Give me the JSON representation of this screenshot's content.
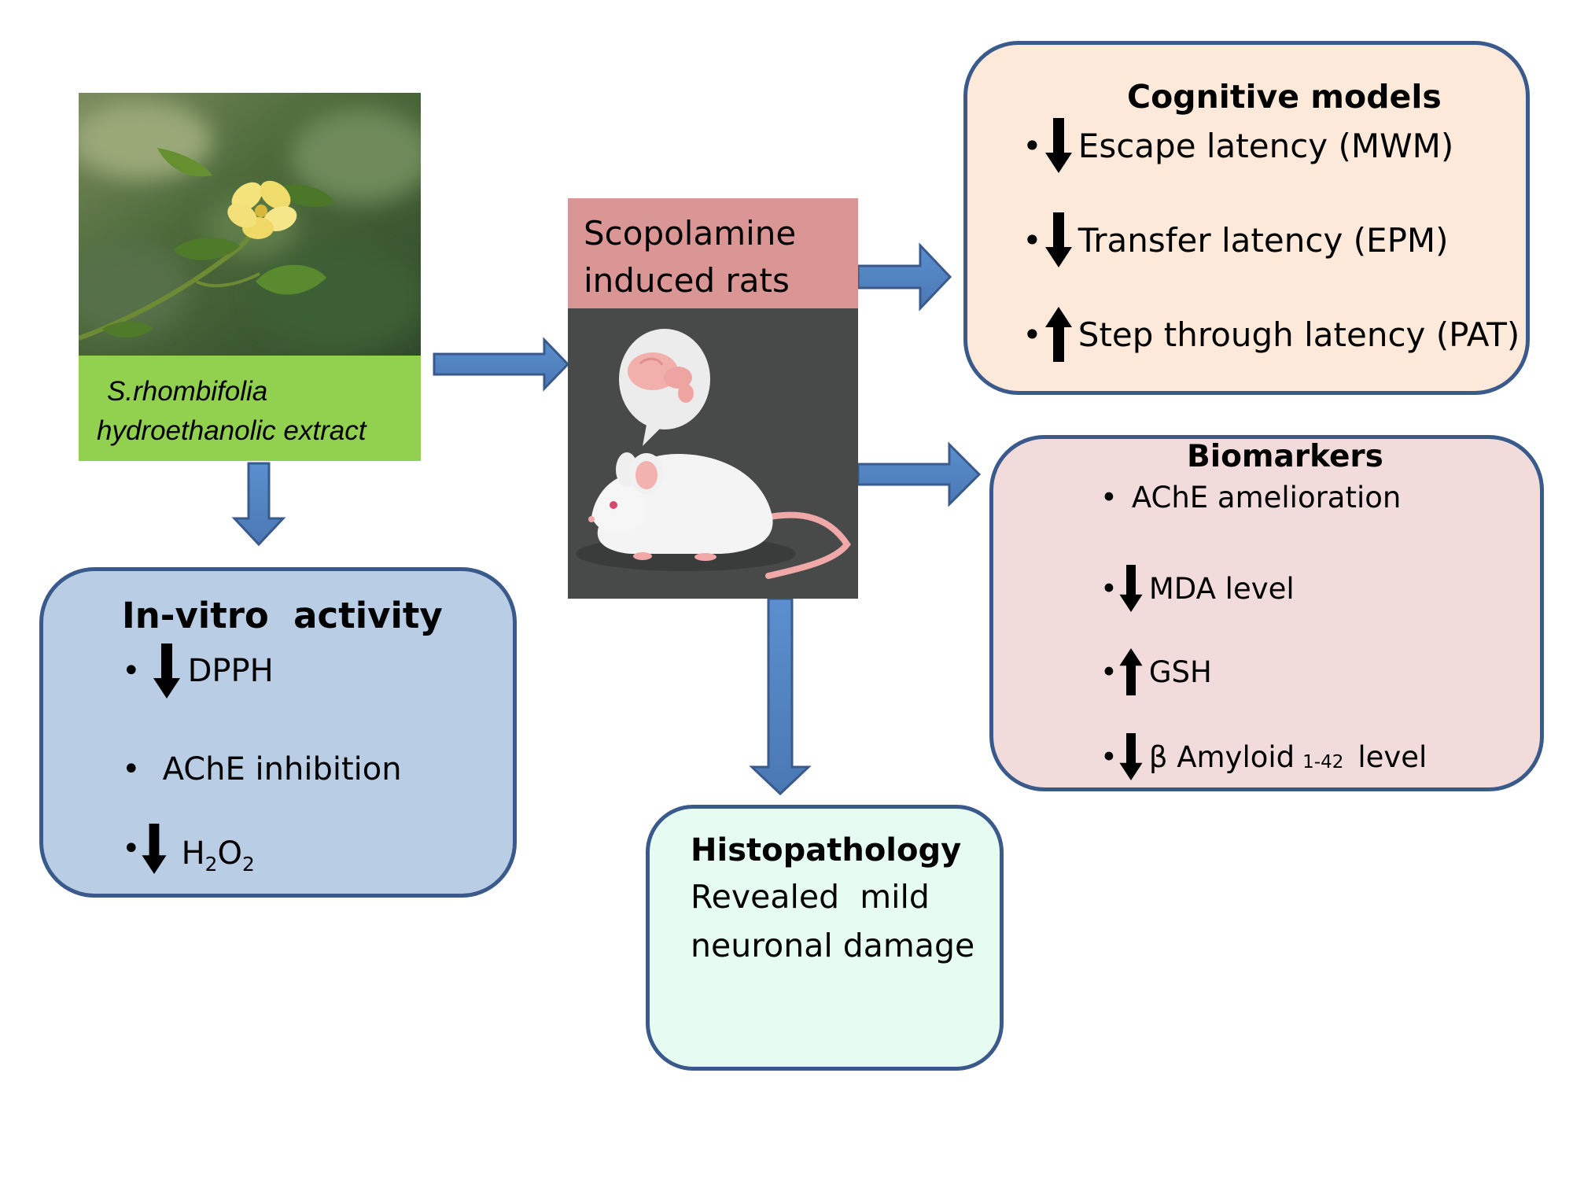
{
  "plant": {
    "caption_line1": "S.rhombifolia",
    "caption_line2": "hydroethanolic extract"
  },
  "rat": {
    "label_line1": "Scopolamine",
    "label_line2": "induced rats"
  },
  "cognitive": {
    "title": "Cognitive models",
    "items": [
      {
        "arrow": "down-arrow-icon",
        "text": "Escape latency (MWM)"
      },
      {
        "arrow": "down-arrow-icon",
        "text": "Transfer latency (EPM)"
      },
      {
        "arrow": "up-arrow-icon",
        "text": "Step through latency (PAT)"
      }
    ]
  },
  "biomarkers": {
    "title": "Biomarkers",
    "items": [
      {
        "arrow": "",
        "text": "AChE amelioration"
      },
      {
        "arrow": "down-arrow-icon",
        "text": "MDA level"
      },
      {
        "arrow": "up-arrow-icon",
        "text": "GSH"
      },
      {
        "arrow": "down-arrow-icon",
        "text": "β Amyloid",
        "sub": "1-42",
        "suffix": "level"
      }
    ]
  },
  "invitro": {
    "title": "In-vitro  activity",
    "items": [
      {
        "arrow": "down-arrow-icon",
        "text": "DPPH"
      },
      {
        "arrow": "",
        "text": "AChE inhibition"
      },
      {
        "arrow": "down-arrow-icon",
        "text": "H",
        "sub1": "2",
        "mid": "O",
        "sub2": "2"
      }
    ]
  },
  "histopathology": {
    "title": "Histopathology",
    "line1": "Revealed  mild",
    "line2": "neuronal damage"
  },
  "colors": {
    "plant_caption": "#92d050",
    "rat_header": "#da9694",
    "rat_panel": "#484a49",
    "arrow_fill": "#4f81bd",
    "box_border": "#3a5a8c"
  }
}
